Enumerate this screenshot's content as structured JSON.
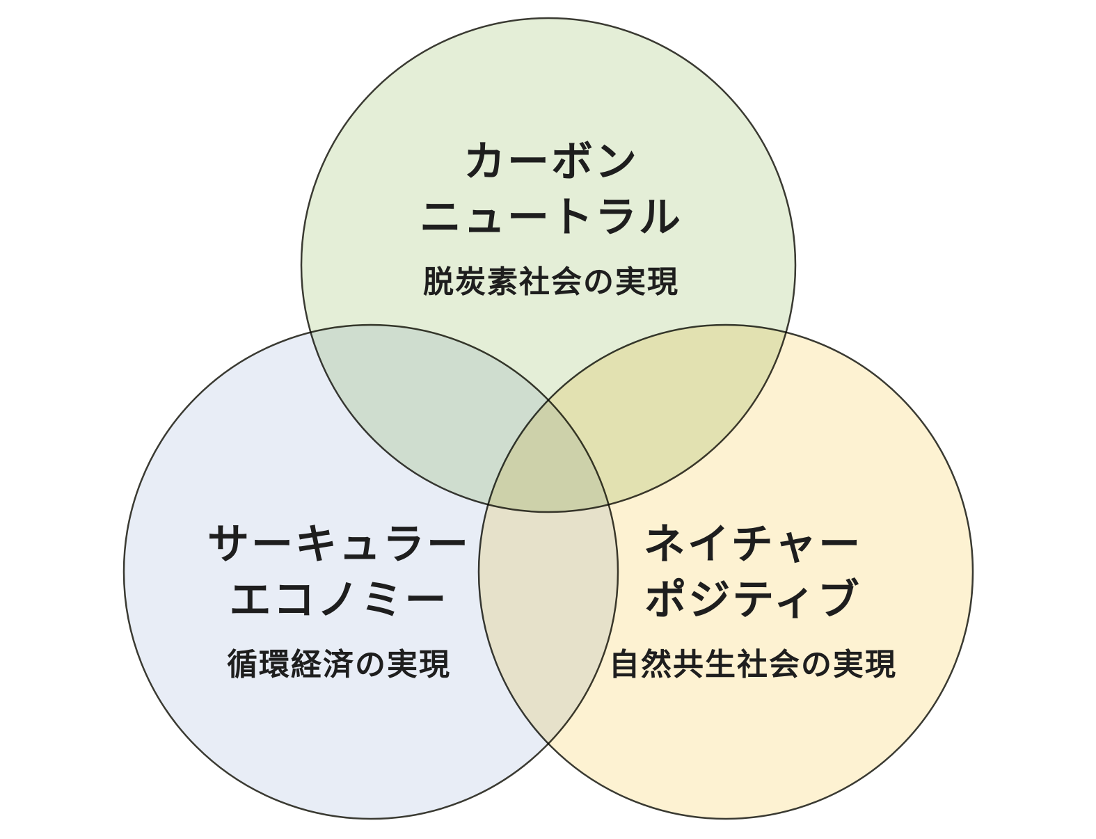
{
  "diagram": {
    "type": "venn",
    "background_color": "#ffffff",
    "stroke_color": "#3a3a32",
    "text_color": "#1e1e1e",
    "circles": [
      {
        "id": "carbon-neutral",
        "title": "カーボン\nニュートラル",
        "subtitle": "脱炭素社会の実現",
        "fill": "#e4eed7"
      },
      {
        "id": "circular-economy",
        "title": "サーキュラー\nエコノミー",
        "subtitle": "循環経済の実現",
        "fill": "#e8edf6"
      },
      {
        "id": "nature-positive",
        "title": "ネイチャー\nポジティブ",
        "subtitle": "自然共生社会の実現",
        "fill": "#fdf2d2"
      }
    ]
  }
}
